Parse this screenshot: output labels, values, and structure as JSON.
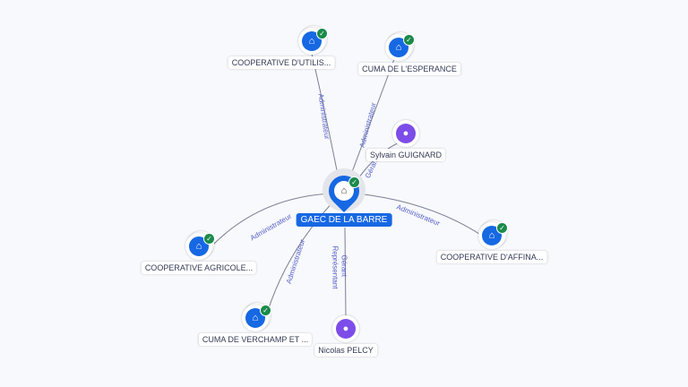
{
  "center": {
    "label": "GAEC DE LA BARRE",
    "icon": "building-icon",
    "verified": true
  },
  "nodes": [
    {
      "label": "COOPERATIVE D'UTILIS...",
      "type": "company",
      "edge": "Administrateur"
    },
    {
      "label": "CUMA DE L'ESPERANCE",
      "type": "company",
      "edge": "Administrateur"
    },
    {
      "label": "Sylvain GUIGNARD",
      "type": "person",
      "edge": "Gérant"
    },
    {
      "label": "COOPERATIVE AGRICOLE...",
      "type": "company",
      "edge": "Administrateur"
    },
    {
      "label": "COOPERATIVE D'AFFINA...",
      "type": "company",
      "edge": "Administrateur"
    },
    {
      "label": "CUMA DE VERCHAMP ET ...",
      "type": "company",
      "edge": "Administrateur"
    },
    {
      "label": "Nicolas PELCY",
      "type": "person",
      "edge": "Gérant",
      "edge2": "Représentant"
    }
  ],
  "colors": {
    "company": "#1668e3",
    "person": "#7c4de8",
    "verified": "#1a8a4a",
    "edge_label": "#5560c8"
  }
}
